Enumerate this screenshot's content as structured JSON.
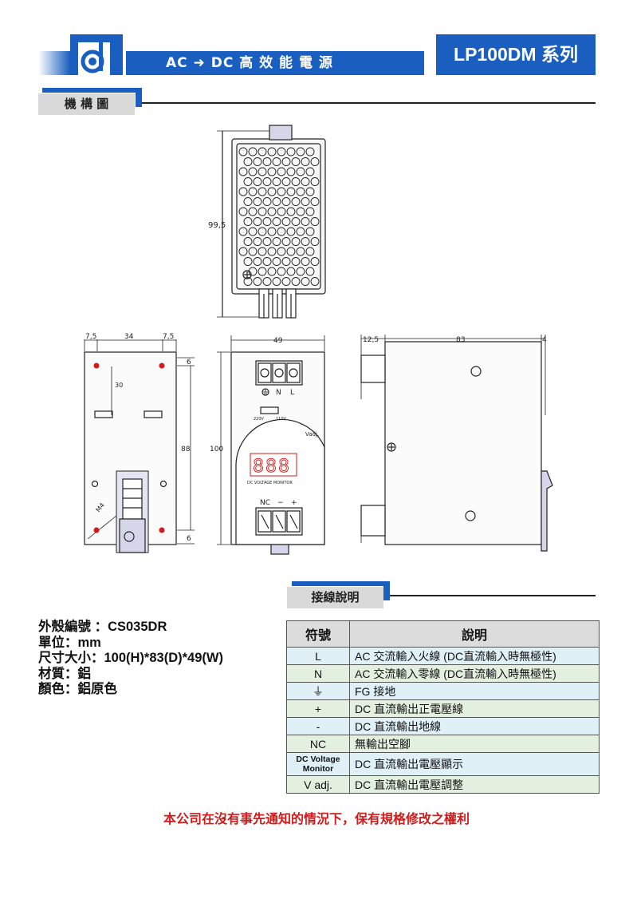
{
  "header": {
    "title": "AC ➜ DC  高 效 能 電 源",
    "series": "LP100DM 系列",
    "brand_color": "#1a5fc0"
  },
  "sections": {
    "mechanical": "機 構 圖",
    "wiring": "接線說明"
  },
  "drawing": {
    "top": {
      "height": "99,5"
    },
    "rear": {
      "left_margin": "7,5",
      "hole_spacing": "34",
      "right_margin": "7,5",
      "top_offset": "6",
      "inner_offset": "30",
      "height": "88",
      "bottom_offset": "6",
      "screw": "M4"
    },
    "front": {
      "width": "49",
      "height": "100",
      "input_labels": [
        "⏚",
        "N",
        "L"
      ],
      "switch_labels": [
        "220V",
        "110V"
      ],
      "vadj": "Vadj.",
      "display": "888",
      "monitor_label": "DC VOLTAGE MONITOR",
      "output_labels": [
        "NC",
        "−",
        "+"
      ]
    },
    "side": {
      "depth_offset": "12,5",
      "depth": "83",
      "rear_offset": "4"
    }
  },
  "specs": {
    "case_no": "外殼編號 ：CS035DR",
    "unit": "單位：mm",
    "size": "尺寸大小：100(H)*83(D)*49(W)",
    "material": "材質：鋁",
    "color": "顏色：鋁原色"
  },
  "table": {
    "headers": [
      "符號",
      "說明"
    ],
    "rows": [
      {
        "symbol": "L",
        "desc": "AC 交流輸入火線 (DC直流輸入時無極性)"
      },
      {
        "symbol": "N",
        "desc": "AC 交流輸入零線 (DC直流輸入時無極性)"
      },
      {
        "symbol": "⏚",
        "desc": "FG 接地"
      },
      {
        "symbol": "+",
        "desc": "DC 直流輸出正電壓線"
      },
      {
        "symbol": "-",
        "desc": "DC 直流輸出地線"
      },
      {
        "symbol": "NC",
        "desc": "無輸出空腳"
      },
      {
        "symbol_line1": "DC Voltage",
        "symbol_line2": "Monitor",
        "desc": "DC 直流輸出電壓顯示"
      },
      {
        "symbol": "V adj.",
        "desc": "DC 直流輸出電壓調整"
      }
    ]
  },
  "notice": "本公司在沒有事先通知的情況下，保有規格修改之權利",
  "notice_color": "#d11a1a"
}
